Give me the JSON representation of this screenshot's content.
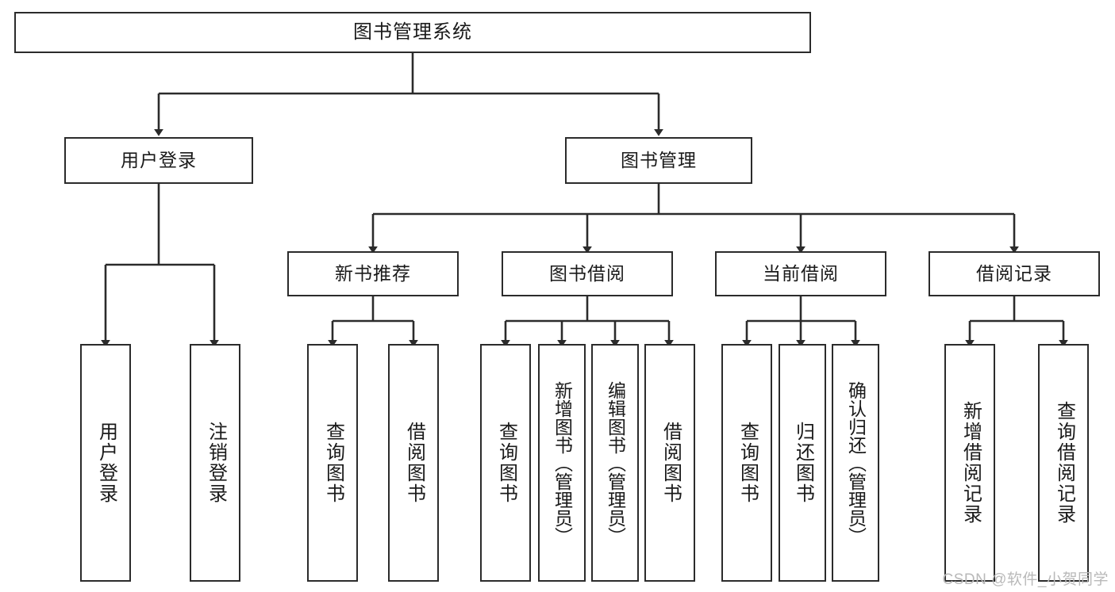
{
  "diagram": {
    "type": "tree",
    "title": "图书管理系统",
    "root": {
      "label": "图书管理系统"
    },
    "level1": [
      {
        "label": "用户登录"
      },
      {
        "label": "图书管理"
      }
    ],
    "level2": [
      {
        "label": "新书推荐"
      },
      {
        "label": "图书借阅"
      },
      {
        "label": "当前借阅"
      },
      {
        "label": "借阅记录"
      }
    ],
    "leaves": {
      "user_login": [
        {
          "label": "用户登录"
        },
        {
          "label": "注销登录"
        }
      ],
      "new_book_recommend": [
        {
          "label": "查询图书"
        },
        {
          "label": "借阅图书"
        }
      ],
      "book_borrow": [
        {
          "label": "查询图书"
        },
        {
          "label": "新增图书（管理员）"
        },
        {
          "label": "编辑图书（管理员）"
        },
        {
          "label": "借阅图书"
        }
      ],
      "current_borrow": [
        {
          "label": "查询图书"
        },
        {
          "label": "归还图书"
        },
        {
          "label": "确认归还（管理员）"
        }
      ],
      "borrow_record": [
        {
          "label": "新增借阅记录"
        },
        {
          "label": "查询借阅记录"
        }
      ]
    }
  },
  "watermark": {
    "text": "CSDN @软件_小贺同学"
  },
  "colors": {
    "stroke": "#2b2b2b",
    "box_fill": "#ffffff",
    "text": "#1a1a1a",
    "watermark": "#b9b9b9",
    "background": "#ffffff"
  }
}
